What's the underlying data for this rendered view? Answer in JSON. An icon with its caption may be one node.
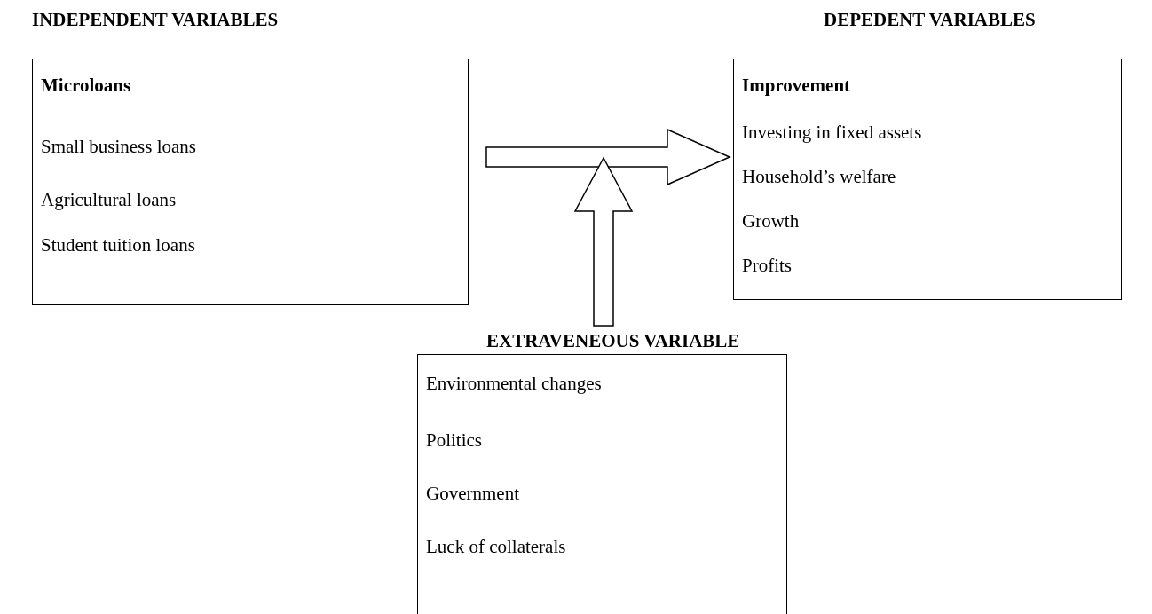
{
  "diagram": {
    "nodes": [
      {
        "text": [
          "INDEPENDENT VARIABLES",
          "Microloans",
          "Small business loans",
          "Agricultural loans",
          "Student tuition loans"
        ]
      },
      {
        "text": [
          "DEPEDENT VARIABLES",
          "Improvement",
          "Investing in fixed assets",
          "Household’s welfare",
          "Growth",
          "Profits"
        ]
      },
      {
        "text": [
          "EXTRAVENEOUS VARIABLE",
          "Environmental changes",
          "Politics",
          "Government",
          "Luck of collaterals"
        ]
      }
    ],
    "edges": [
      {
        "from": 0,
        "to": 1,
        "arrow": "to"
      },
      {
        "from": 2,
        "to": null,
        "arrow": "to"
      }
    ]
  }
}
